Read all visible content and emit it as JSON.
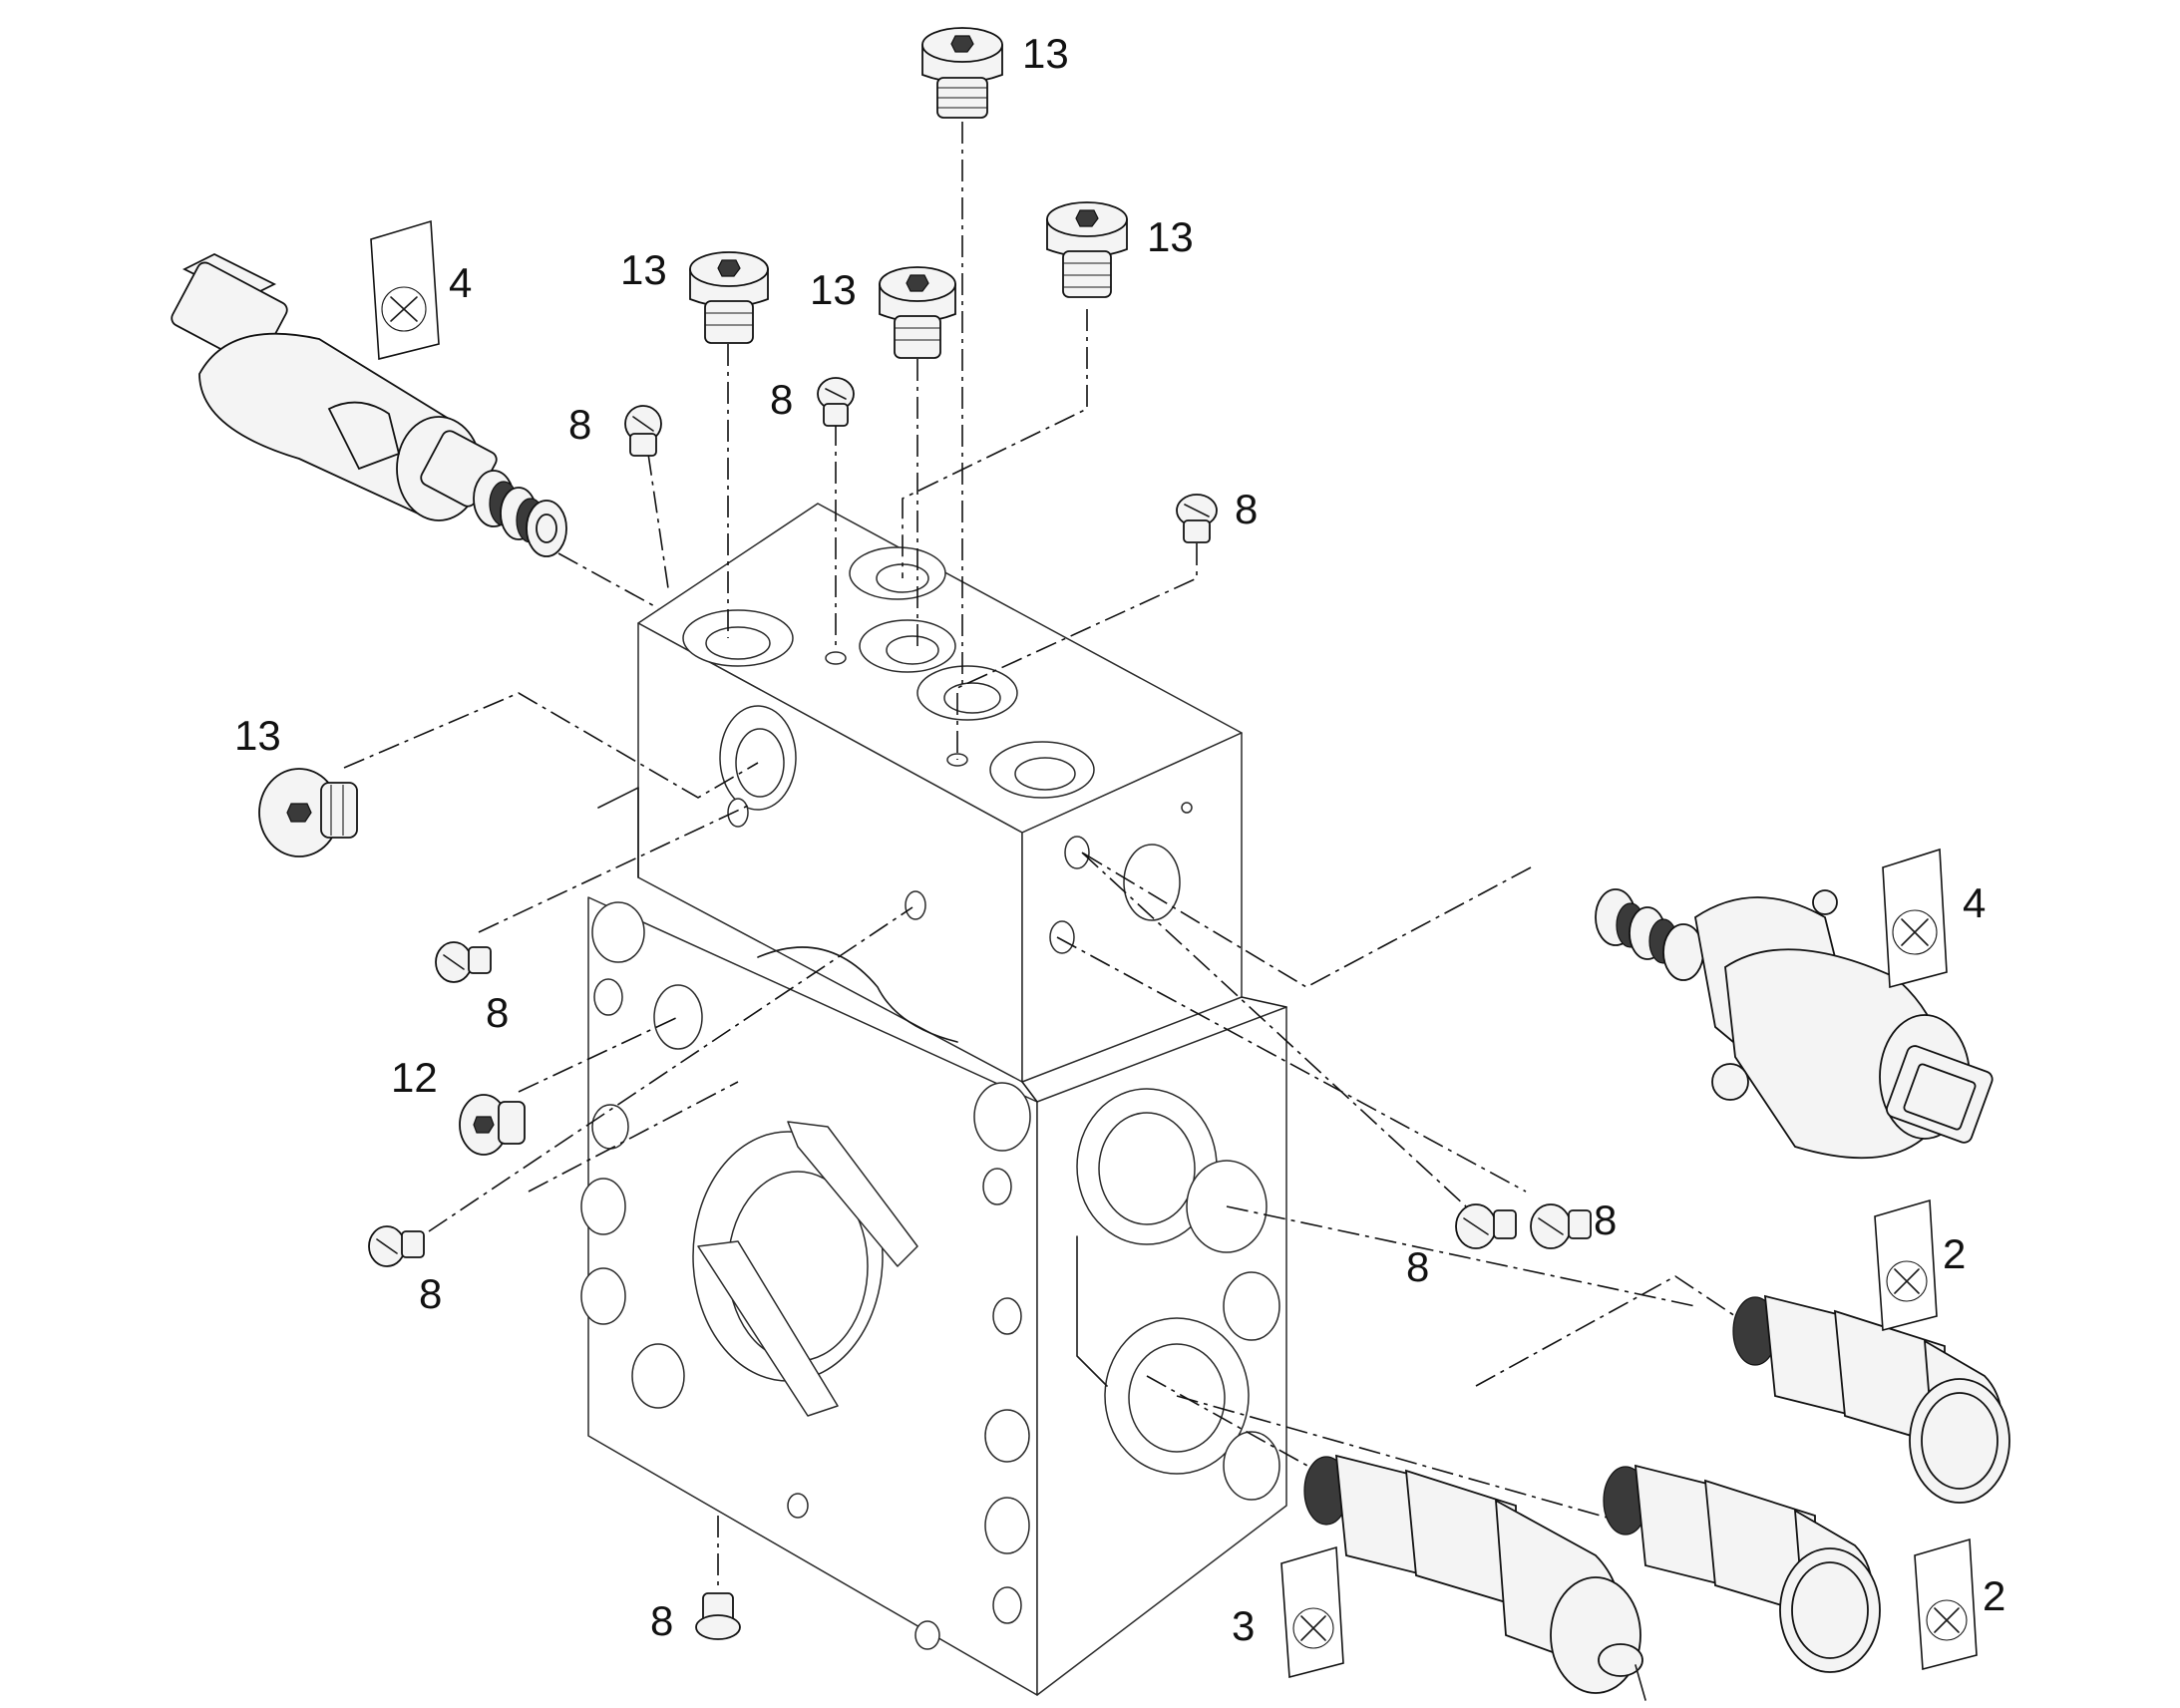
{
  "callouts": {
    "c13_top": "13",
    "c13_left_a": "13",
    "c13_mid": "13",
    "c13_right": "13",
    "c13_side": "13",
    "c4_left": "4",
    "c4_right": "4",
    "c8_a": "8",
    "c8_b": "8",
    "c8_c": "8",
    "c8_d": "8",
    "c8_e": "8",
    "c8_f": "8",
    "c8_g": "8",
    "c8_h": "8",
    "c12": "12",
    "c2_top": "2",
    "c2_bottom": "2",
    "c3": "3"
  }
}
